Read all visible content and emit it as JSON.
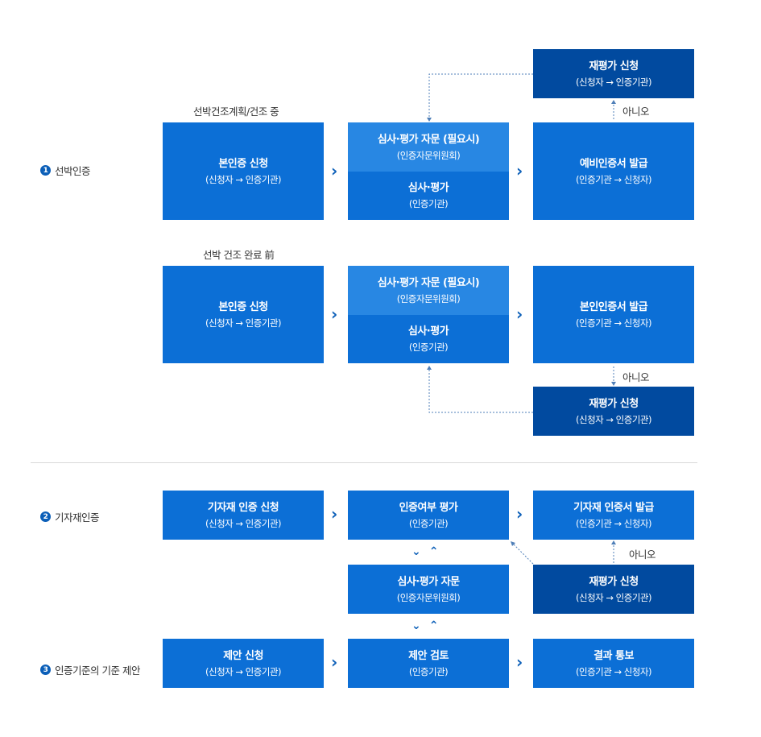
{
  "sections": {
    "s1": {
      "num": "1",
      "label": "선박인증"
    },
    "s2": {
      "num": "2",
      "label": "기자재인증"
    },
    "s3": {
      "num": "3",
      "label": "인증기준의 기준 제안"
    }
  },
  "labels": {
    "plan": "선박건조계획/건조 중",
    "before": "선박 건조 완료 前",
    "no": "아니오"
  },
  "row1": {
    "apply": {
      "title": "본인증 신청",
      "sub": "(신청자 → 인증기관)"
    },
    "consult": {
      "title": "심사·평가 자문 (필요시)",
      "sub": "(인증자문위원회)"
    },
    "review": {
      "title": "심사·평가",
      "sub": "(인증기관)"
    },
    "issue": {
      "title": "예비인증서 발급",
      "sub": "(인증기관 → 신청자)"
    },
    "reeval": {
      "title": "재평가 신청",
      "sub": "(신청자 → 인증기관)"
    }
  },
  "row2": {
    "apply": {
      "title": "본인증 신청",
      "sub": "(신청자 → 인증기관)"
    },
    "consult": {
      "title": "심사·평가 자문 (필요시)",
      "sub": "(인증자문위원회)"
    },
    "review": {
      "title": "심사·평가",
      "sub": "(인증기관)"
    },
    "issue": {
      "title": "본인인증서 발급",
      "sub": "(인증기관 → 신청자)"
    },
    "reeval": {
      "title": "재평가 신청",
      "sub": "(신청자 → 인증기관)"
    }
  },
  "row3": {
    "apply": {
      "title": "기자재 인증 신청",
      "sub": "(신청자 → 인증기관)"
    },
    "eval": {
      "title": "인증여부 평가",
      "sub": "(인증기관)"
    },
    "issue": {
      "title": "기자재 인증서 발급",
      "sub": "(인증기관 → 신청자)"
    },
    "consult": {
      "title": "심사·평가 자문",
      "sub": "(인증자문위원회)"
    },
    "reeval": {
      "title": "재평가 신청",
      "sub": "(신청자 → 인증기관)"
    }
  },
  "row4": {
    "propose": {
      "title": "제안 신청",
      "sub": "(신청자 → 인증기관)"
    },
    "review": {
      "title": "제안 검토",
      "sub": "(인증기관)"
    },
    "notify": {
      "title": "결과 통보",
      "sub": "(인증기관 → 신청자)"
    }
  },
  "colors": {
    "primary": "#0c6fd6",
    "light": "#2887e3",
    "dark": "#014a9f",
    "icon": "#0c5fb8"
  }
}
